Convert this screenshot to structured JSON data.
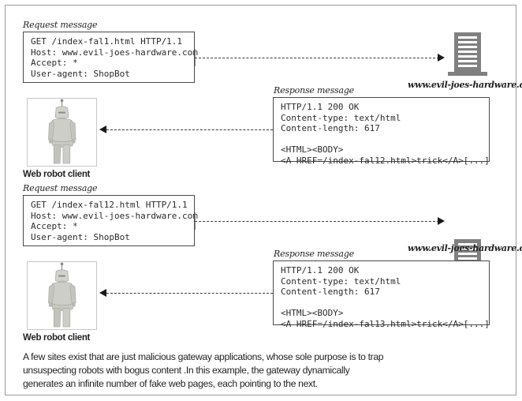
{
  "figure": {
    "caption": "A few sites exist that are just malicious gateway applications, whose sole purpose is to trap\nunsuspecting robots with bogus content .In this example, the gateway dynamically\ngenerates an infinite number of fake web pages, each pointing to the next."
  },
  "labels": {
    "request_message": "Request message",
    "response_message": "Response message",
    "web_robot_client": "Web robot client",
    "server_host": "www.evil-joes-hardware.com"
  },
  "transaction1": {
    "request_text": "GET /index-fal1.html HTTP/1.1\nHost: www.evil-joes-hardware.com\nAccept: *\nUser-agent: ShopBot",
    "response_text": "HTTP/1.1 200 OK\nContent-type: text/html\nContent-length: 617\n\n<HTML><BODY>\n<A HREF=/index-fal12.html>trick</A>[...]"
  },
  "transaction2": {
    "request_text": "GET /index-fal12.html HTTP/1.1\nHost: www.evil-joes-hardware.com\nAccept: *\nUser-agent: ShopBot",
    "response_text": "HTTP/1.1 200 OK\nContent-type: text/html\nContent-length: 617\n\n<HTML><BODY>\n<A HREF=/index-fal13.html>trick</A>[...]"
  },
  "colors": {
    "frame_border": "#9b9b9b",
    "box_border": "#4a4a4a",
    "server_gray": "#808080",
    "robot_gray": "#c9c9c4",
    "text": "#231f20"
  }
}
